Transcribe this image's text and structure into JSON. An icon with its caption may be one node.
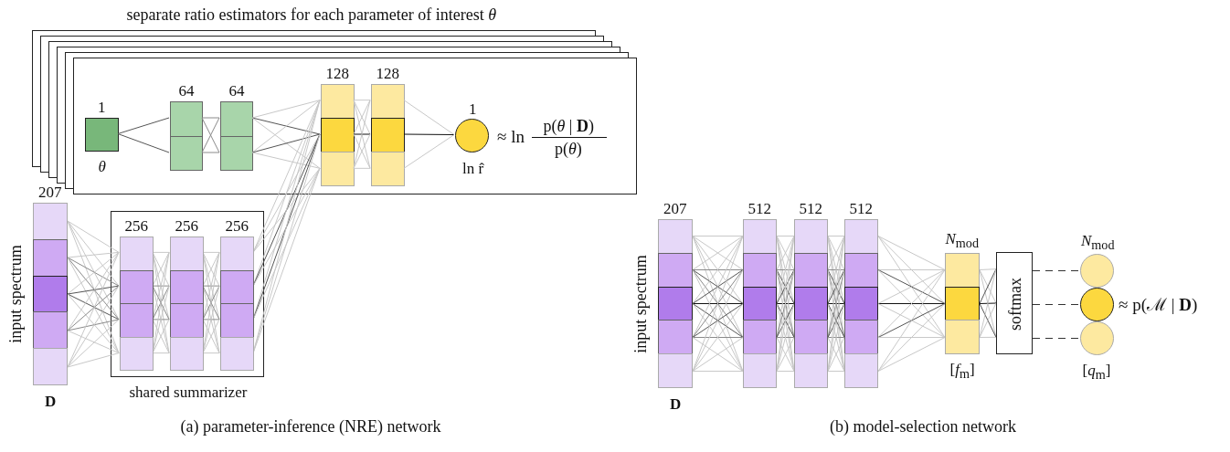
{
  "diagram": {
    "nodes": [
      {
        "text": [
          "separate ratio estimators for each parameter of interest *θ*"
        ]
      },
      {
        "text": [
          "1"
        ],
        "beside": [
          "*θ*"
        ],
        "in": 0
      },
      {
        "text": [
          "64"
        ],
        "in": 0
      },
      {
        "text": [
          "64"
        ],
        "in": 0
      },
      {
        "text": [
          "128"
        ],
        "in": 0
      },
      {
        "text": [
          "128"
        ],
        "in": 0
      },
      {
        "text": [
          "1"
        ],
        "beside": [
          "ln r̂",
          "≈ ln",
          "p(*θ* | **D**)",
          "p(*θ*)"
        ],
        "in": 0
      },
      {
        "text": [
          "207"
        ],
        "beside": [
          "input spectrum",
          "**D**"
        ]
      },
      {
        "text": [
          "shared summarizer"
        ]
      },
      {
        "text": [
          "256"
        ],
        "in": 8
      },
      {
        "text": [
          "256"
        ],
        "in": 8
      },
      {
        "text": [
          "256"
        ],
        "in": 8
      },
      {
        "text": [
          "207"
        ],
        "beside": [
          "input spectrum",
          "**D**"
        ]
      },
      {
        "text": [
          "512"
        ]
      },
      {
        "text": [
          "512"
        ]
      },
      {
        "text": [
          "512"
        ]
      },
      {
        "text": [
          "*N*$_{mod}$"
        ],
        "beside": [
          "[*f*$_{m}$]"
        ]
      },
      {
        "text": [
          "softmax"
        ]
      },
      {
        "text": [
          "*N*$_{mod}$"
        ]
      },
      {
        "text": [],
        "shape": "circle"
      },
      {
        "text": [],
        "shape": "circle"
      }
    ],
    "edges": [
      {
        "from": 1,
        "to": 2,
        "arrow": "none",
        "color": "#555555"
      },
      {
        "from": 2,
        "to": 3,
        "arrow": "none"
      },
      {
        "from": 3,
        "to": 4,
        "arrow": "none"
      },
      {
        "from": 11,
        "to": 4,
        "arrow": "none"
      },
      {
        "from": 4,
        "to": 5,
        "arrow": "none"
      },
      {
        "from": 5,
        "to": 6,
        "arrow": "none"
      },
      {
        "from": 7,
        "to": 9,
        "arrow": "none"
      },
      {
        "from": 9,
        "to": 10,
        "arrow": "none"
      },
      {
        "from": 10,
        "to": 11,
        "arrow": "none"
      },
      {
        "from": 12,
        "to": 13,
        "arrow": "none"
      },
      {
        "from": 13,
        "to": 14,
        "arrow": "none"
      },
      {
        "from": 14,
        "to": 15,
        "arrow": "none"
      },
      {
        "from": 15,
        "to": 16,
        "arrow": "none"
      },
      {
        "from": 16,
        "to": 17,
        "arrow": "none"
      },
      {
        "from": 17,
        "to": 18,
        "arrow": "none",
        "style": "dashed",
        "color": "#333333"
      },
      {
        "from": 17,
        "to": 19,
        "arrow": "none",
        "style": "dashed",
        "color": "#333333"
      },
      {
        "from": 17,
        "to": 20,
        "arrow": "none",
        "style": "dashed",
        "color": "#333333"
      }
    ],
    "labels": [
      "(a) parameter-inference (NRE) network",
      "(b) model-selection network",
      "≈ p(ℳ | **D**)",
      "[*q*$_{m}$]"
    ]
  }
}
